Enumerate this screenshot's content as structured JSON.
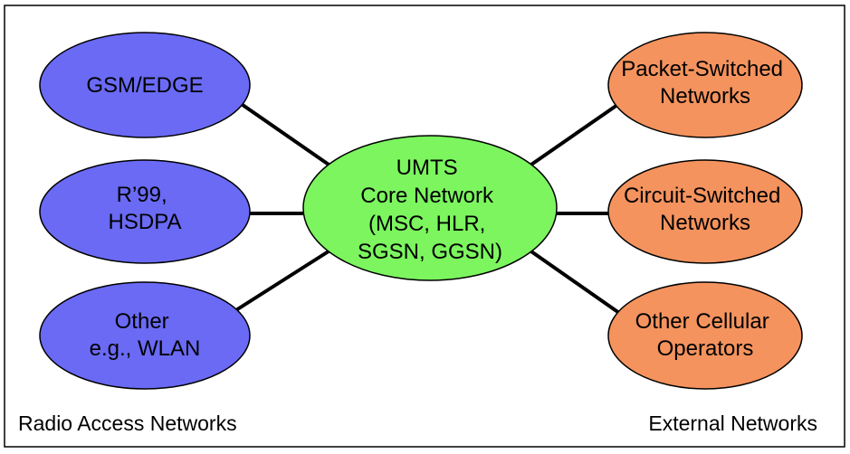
{
  "colors": {
    "radio_fill": "#6a6af5",
    "core_fill": "#7cf55f",
    "external_fill": "#f4935e",
    "stroke": "#000000",
    "background": "#ffffff"
  },
  "core": {
    "lines": [
      "UMTS",
      "Core Network",
      "(MSC, HLR,",
      "SGSN, GGSN)"
    ]
  },
  "radio_access": [
    {
      "id": "gsm-edge",
      "lines": [
        "GSM/EDGE"
      ]
    },
    {
      "id": "r99-hsdpa",
      "lines": [
        "R’99,",
        "HSDPA"
      ]
    },
    {
      "id": "other-wlan",
      "lines": [
        "Other",
        "e.g., WLAN"
      ]
    }
  ],
  "external": [
    {
      "id": "packet-switched",
      "lines": [
        "Packet-Switched",
        "Networks"
      ]
    },
    {
      "id": "circuit-switched",
      "lines": [
        "Circuit-Switched",
        "Networks"
      ]
    },
    {
      "id": "other-cellular",
      "lines": [
        "Other Cellular",
        "Operators"
      ]
    }
  ],
  "captions": {
    "left": "Radio Access Networks",
    "right": "External Networks"
  }
}
